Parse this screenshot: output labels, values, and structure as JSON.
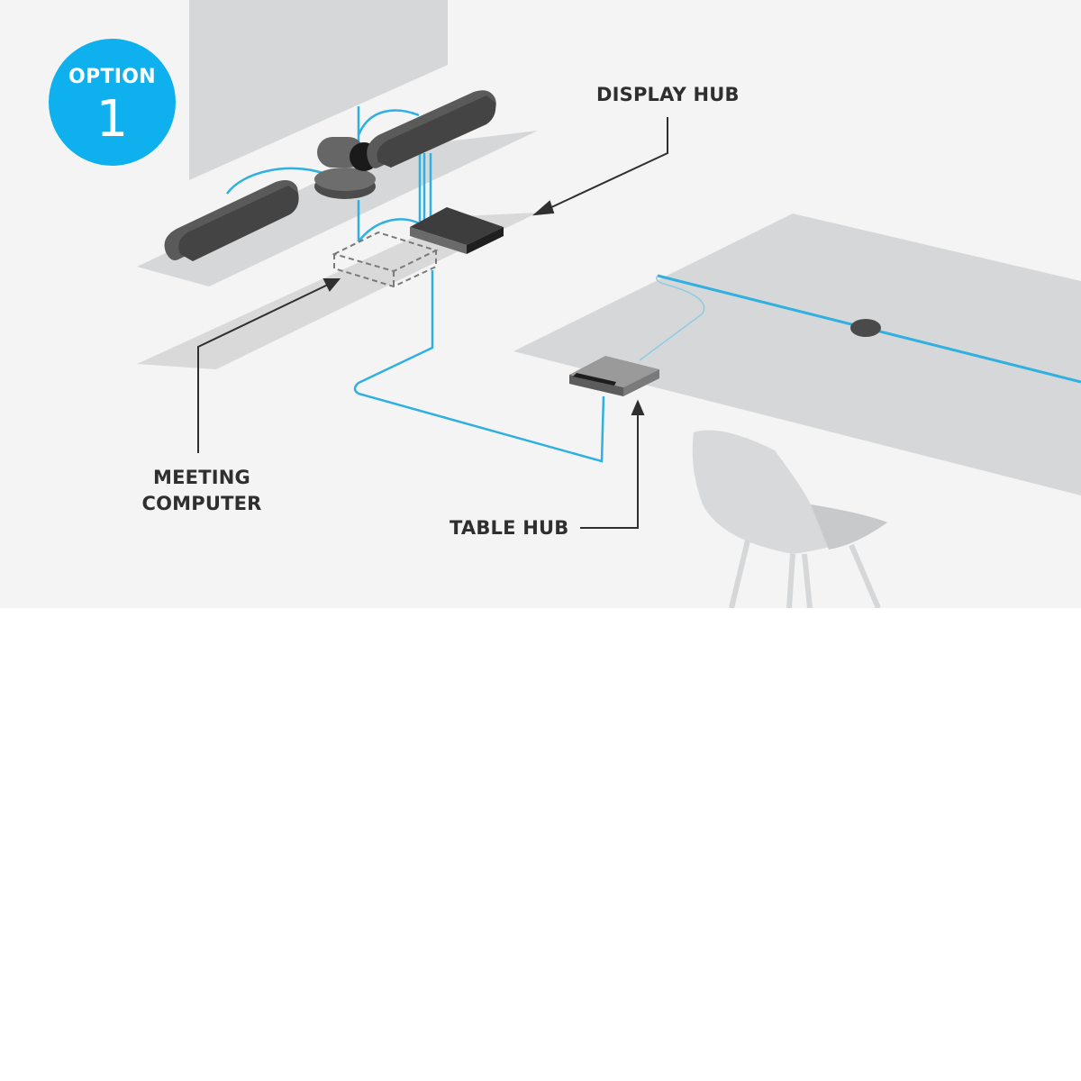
{
  "badge": {
    "label": "OPTION",
    "number": "1",
    "color": "#0eb1ee"
  },
  "labels": {
    "display_hub": "DISPLAY HUB",
    "meeting_computer_line1": "MEETING",
    "meeting_computer_line2": "COMPUTER",
    "table_hub": "TABLE HUB"
  },
  "colors": {
    "background": "#f4f4f4",
    "surface": "#d6d7d8",
    "device_dark": "#4a4a4a",
    "device_mid": "#6b6b6b",
    "cable": "#2fb0e0",
    "text": "#2f2f2f"
  },
  "components": [
    {
      "id": "display",
      "name": "Display screen"
    },
    {
      "id": "camera",
      "name": "PTZ camera"
    },
    {
      "id": "speaker-left",
      "name": "Left speaker"
    },
    {
      "id": "speaker-right",
      "name": "Right speaker"
    },
    {
      "id": "display-hub",
      "name": "Display Hub"
    },
    {
      "id": "meeting-computer",
      "name": "Meeting Computer (dashed outline)"
    },
    {
      "id": "table-hub",
      "name": "Table Hub"
    },
    {
      "id": "mic-pod",
      "name": "Table microphone pod"
    },
    {
      "id": "table",
      "name": "Conference table"
    },
    {
      "id": "chair",
      "name": "Chair"
    }
  ]
}
